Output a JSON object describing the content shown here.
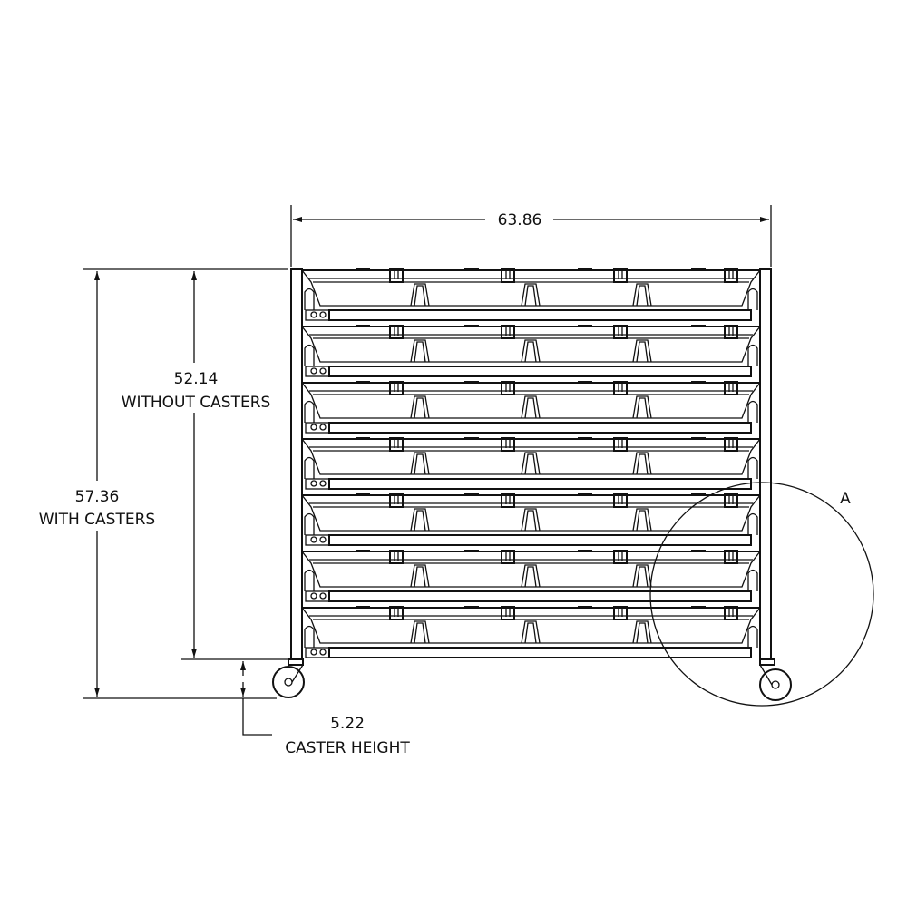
{
  "dimensions": {
    "width": {
      "value": "63.86"
    },
    "height_without_casters": {
      "value": "52.14",
      "label": "WITHOUT CASTERS"
    },
    "height_with_casters": {
      "value": "57.36",
      "label": "WITH CASTERS"
    },
    "caster_height": {
      "value": "5.22",
      "label": "CASTER HEIGHT"
    }
  },
  "detail": {
    "label": "A"
  },
  "rack": {
    "shelf_count": 7,
    "bins_per_shelf": 4
  },
  "colors": {
    "line": "#111111",
    "background": "#ffffff"
  }
}
